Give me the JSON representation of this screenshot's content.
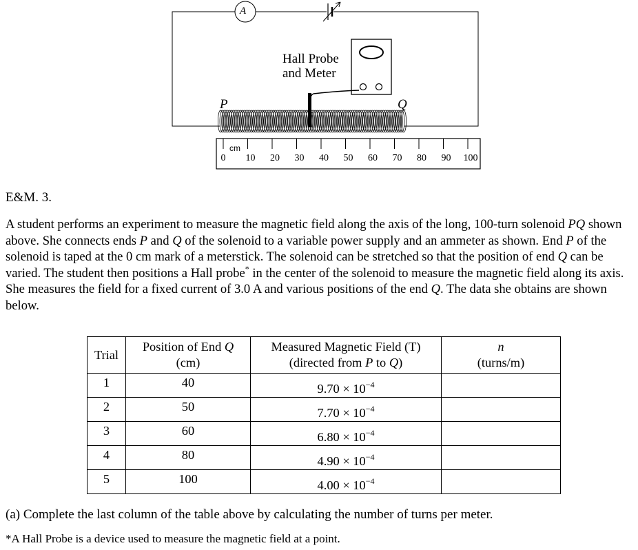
{
  "diagram": {
    "ammeter_symbol": "A",
    "meter_label_line1": "Hall Probe",
    "meter_label_line2": "and Meter",
    "end_p": "P",
    "end_q": "Q",
    "ruler_unit": "cm",
    "ruler_ticks": [
      "0",
      "10",
      "20",
      "30",
      "40",
      "50",
      "60",
      "70",
      "80",
      "90",
      "100"
    ]
  },
  "problem": {
    "id": "E&M. 3.",
    "text_parts": [
      "A student performs an experiment to measure the magnetic field along the axis of the long, 100-turn solenoid ",
      "PQ",
      " shown above. She connects ends ",
      "P",
      " and ",
      "Q",
      " of the solenoid to a variable power supply and an ammeter as shown. End ",
      "P",
      " of the solenoid is taped at the 0 cm mark of a meterstick. The solenoid can be stretched so that the position of end ",
      "Q",
      " can be varied. The student then positions a Hall probe",
      "*",
      " in the center of the solenoid to measure the magnetic field along its axis. She measures the field for a fixed current of 3.0 A and various positions of the end ",
      "Q",
      ". The data she obtains are shown below."
    ]
  },
  "table": {
    "headers": {
      "trial": "Trial",
      "position_line1": "Position of End",
      "position_var": "Q",
      "position_line2": "(cm)",
      "field_line1": "Measured Magnetic Field (T)",
      "field_line2_a": "(directed from",
      "field_p": "P",
      "field_to": "to",
      "field_q": "Q",
      "field_close": ")",
      "n_var": "n",
      "n_unit": "(turns/m)"
    },
    "rows": [
      {
        "trial": "1",
        "position": "40",
        "field_mantissa": "9.70 × 10",
        "field_exp": "−4",
        "n": ""
      },
      {
        "trial": "2",
        "position": "50",
        "field_mantissa": "7.70 × 10",
        "field_exp": "−4",
        "n": ""
      },
      {
        "trial": "3",
        "position": "60",
        "field_mantissa": "6.80 × 10",
        "field_exp": "−4",
        "n": ""
      },
      {
        "trial": "4",
        "position": "80",
        "field_mantissa": "4.90 × 10",
        "field_exp": "−4",
        "n": ""
      },
      {
        "trial": "5",
        "position": "100",
        "field_mantissa": "4.00 × 10",
        "field_exp": "−4",
        "n": ""
      }
    ]
  },
  "part_a": "(a)  Complete the last column of the table above by calculating the number of turns per meter.",
  "footnote": "*A Hall Probe is a device used to measure the magnetic field at a point."
}
